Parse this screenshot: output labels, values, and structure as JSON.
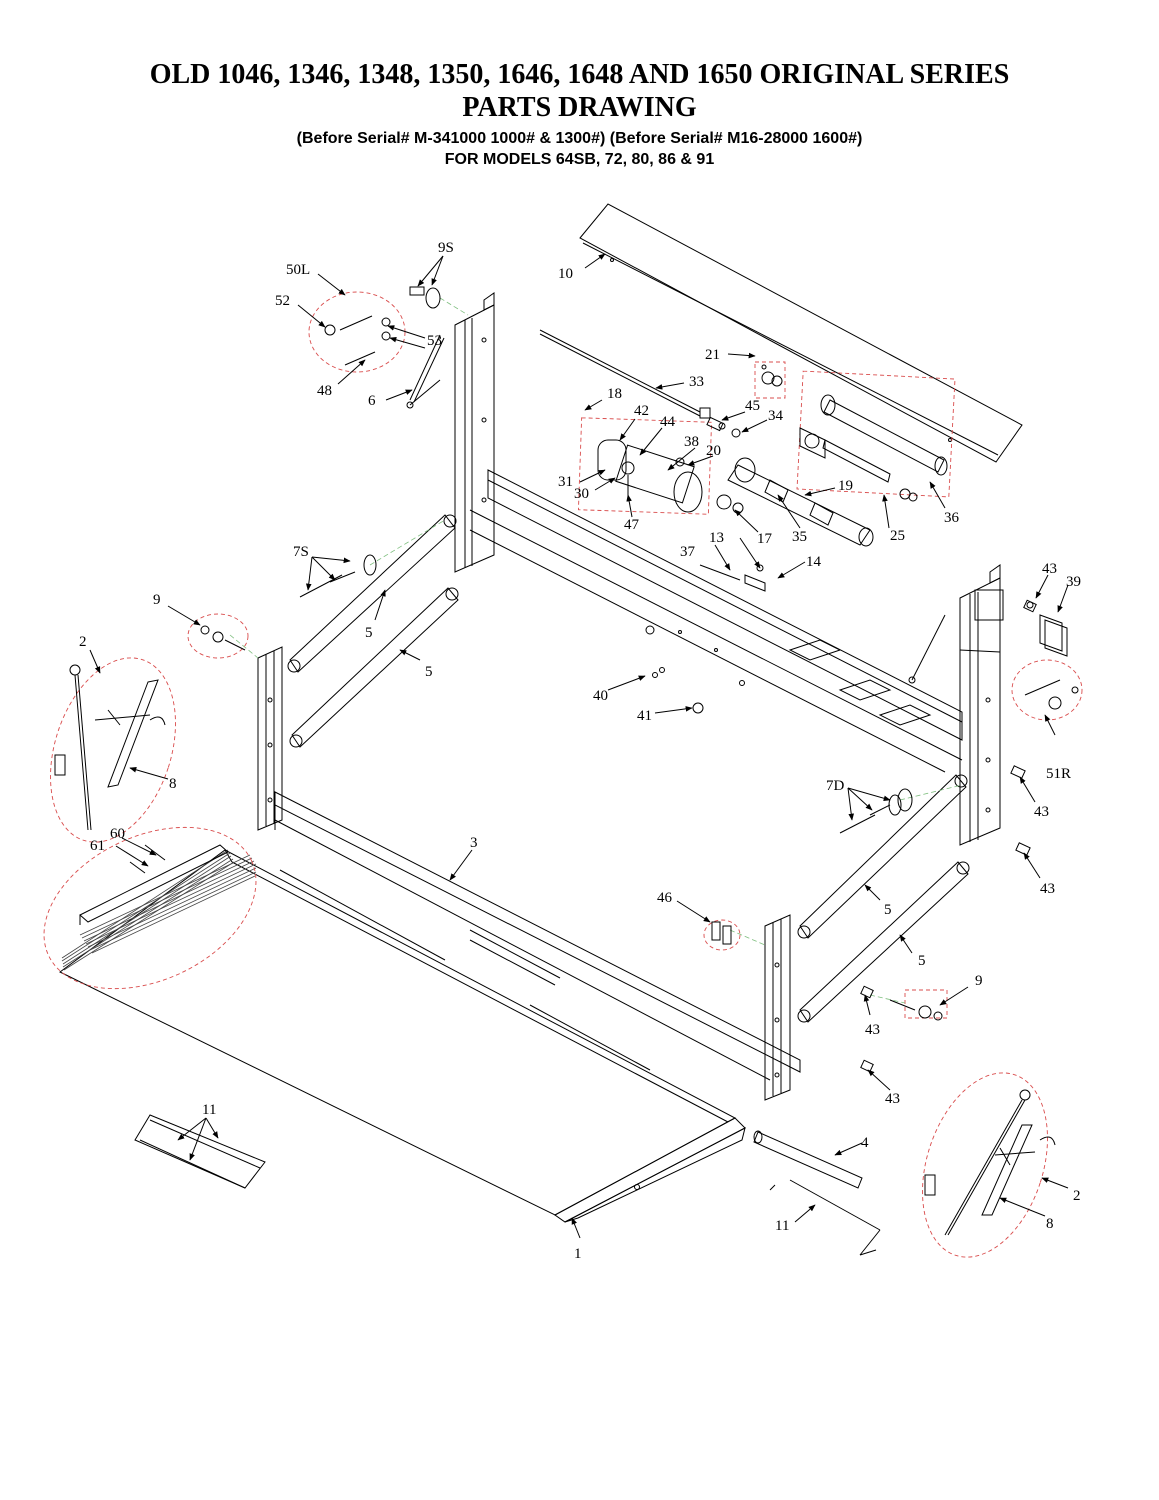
{
  "header": {
    "title_line1": "OLD 1046, 1346, 1348, 1350, 1646, 1648 AND 1650 ORIGINAL SERIES",
    "title_line2": "PARTS DRAWING",
    "serial_line": "(Before Serial# M-341000 1000# & 1300#) (Before Serial# M16-28000 1600#)",
    "models_line": "FOR MODELS  64SB, 72, 80, 86 & 91"
  },
  "callouts": {
    "c1": "1",
    "c2a": "2",
    "c2b": "2",
    "c3": "3",
    "c4": "4",
    "c5a": "5",
    "c5b": "5",
    "c5c": "5",
    "c5d": "5",
    "c6": "6",
    "c7s": "7S",
    "c7d": "7D",
    "c8a": "8",
    "c8b": "8",
    "c9a": "9",
    "c9b": "9",
    "c9s": "9S",
    "c10": "10",
    "c11a": "11",
    "c11b": "11",
    "c13": "13",
    "c14": "14",
    "c17": "17",
    "c18": "18",
    "c19": "19",
    "c20": "20",
    "c21": "21",
    "c25": "25",
    "c30": "30",
    "c31": "31",
    "c33": "33",
    "c34": "34",
    "c35": "35",
    "c36": "36",
    "c37": "37",
    "c38": "38",
    "c39": "39",
    "c40": "40",
    "c41": "41",
    "c42": "42",
    "c43a": "43",
    "c43b": "43",
    "c43c": "43",
    "c43d": "43",
    "c43e": "43",
    "c44": "44",
    "c45": "45",
    "c46": "46",
    "c47": "47",
    "c48": "48",
    "c50l": "50L",
    "c51r": "51R",
    "c52": "52",
    "c53": "53",
    "c60": "60",
    "c61": "61"
  },
  "colors": {
    "line": "#000000",
    "detail_circle": "#d94c4c",
    "guide_line": "#7fbf7f"
  }
}
